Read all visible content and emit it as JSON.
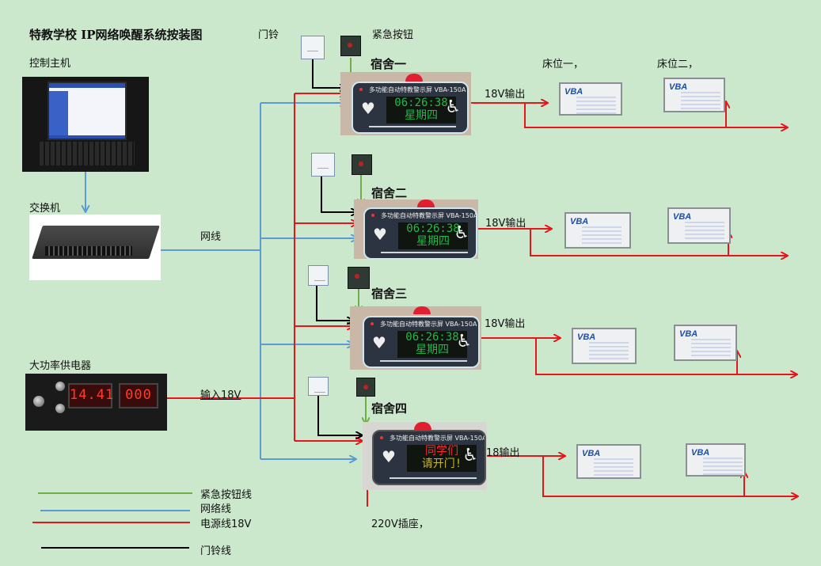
{
  "title": "特教学校  IP网络唤醒系统按装图",
  "labels": {
    "doorbell": "门铃",
    "emergency_button": "紧急按钮",
    "control_host": "控制主机",
    "switch": "交换机",
    "network_cable": "网线",
    "power_supply": "大功率供电器",
    "input_18v": "输入18V",
    "socket_220v": "220V插座，",
    "bed1": "床位一，",
    "bed2": "床位二，"
  },
  "power_supply": {
    "display_left": "14.41",
    "display_right": "000"
  },
  "dorms": [
    {
      "name": "宿舍一",
      "output_label": "18V输出",
      "panel_title": "多功能自动特教警示屏 VBA-150A",
      "line1": "06:26:38",
      "line2": "星期四",
      "line1_color": "#22b84a",
      "line2_color": "#22b84a"
    },
    {
      "name": "宿舍二",
      "output_label": "18V输出",
      "panel_title": "多功能自动特教警示屏 VBA-150A",
      "line1": "06:26:38",
      "line2": "星期四",
      "line1_color": "#22b84a",
      "line2_color": "#22b84a"
    },
    {
      "name": "宿舍三",
      "output_label": "18V输出",
      "panel_title": "多功能自动特教警示屏 VBA-150A",
      "line1": "06:26:38",
      "line2": "星期四",
      "line1_color": "#22b84a",
      "line2_color": "#22b84a"
    },
    {
      "name": "宿舍四",
      "output_label": "18输出",
      "panel_title": "多功能自动特教警示屏 VBA-150A",
      "line1": "同学们",
      "line2": "请开门!",
      "line1_color": "#ff2a2a",
      "line2_color": "#c7b81e"
    }
  ],
  "bed_unit_brand": "VBA",
  "legend": [
    {
      "label": "紧急按钮线",
      "color": "#70ad47"
    },
    {
      "label": "网络线",
      "color": "#5b9bd5"
    },
    {
      "label": "电源线18V",
      "color": "#e8141b"
    },
    {
      "label": "门铃线",
      "color": "#000000"
    }
  ],
  "colors": {
    "background": "#cce8cc",
    "power": "#e8141b",
    "network": "#5b9bd5",
    "emergency": "#70ad47",
    "doorbell": "#000000"
  }
}
